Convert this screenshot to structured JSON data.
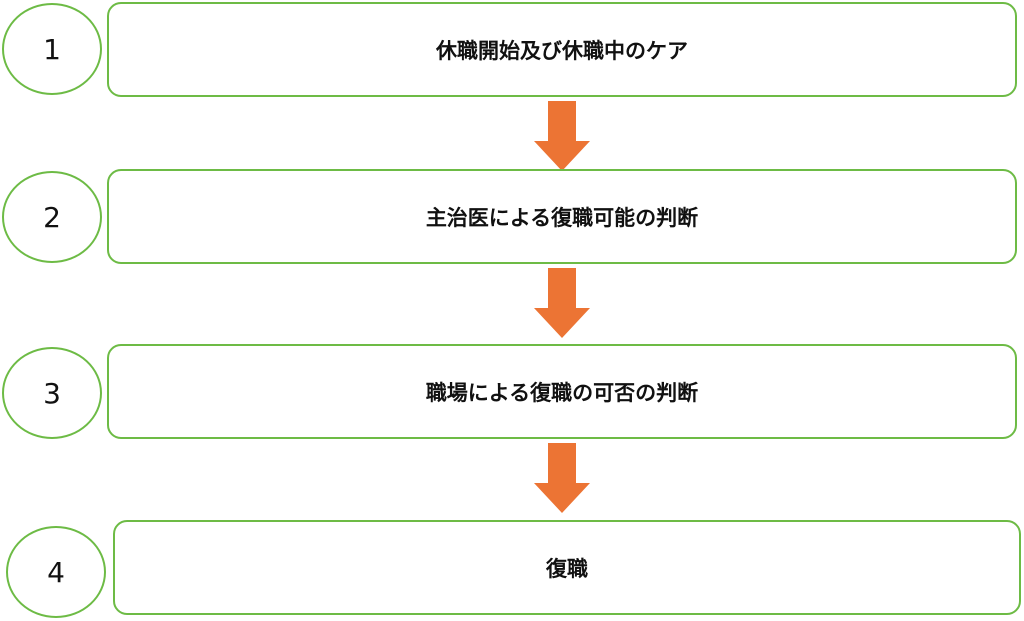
{
  "colors": {
    "border_green": "#6dbb45",
    "arrow_orange": "#ec7434"
  },
  "steps": [
    {
      "number": "1",
      "label": "休職開始及び休職中のケア"
    },
    {
      "number": "2",
      "label": "主治医による復職可能の判断"
    },
    {
      "number": "3",
      "label": "職場による復職の可否の判断"
    },
    {
      "number": "4",
      "label": "復職"
    }
  ]
}
